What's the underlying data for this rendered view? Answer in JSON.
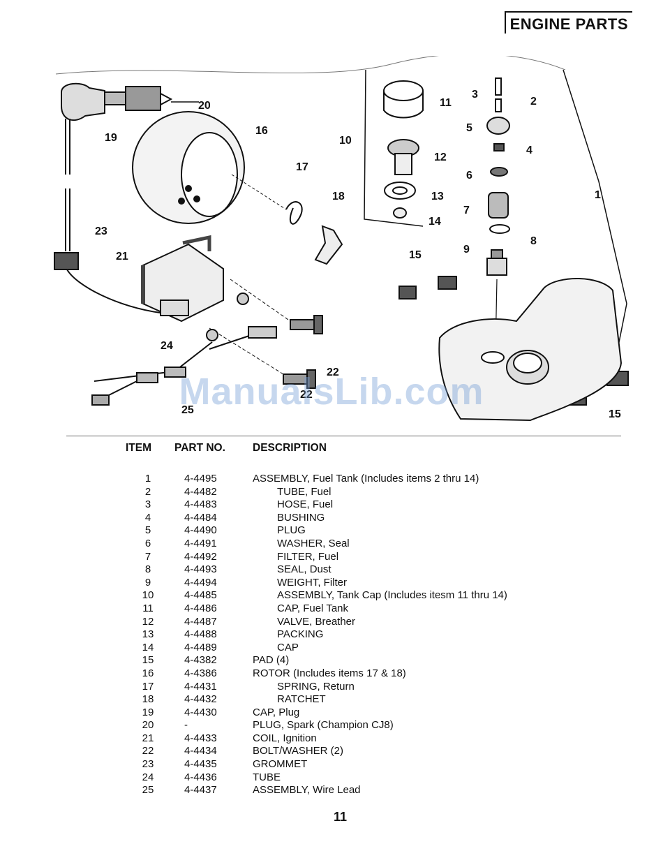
{
  "header": {
    "title": "ENGINE PARTS"
  },
  "diagram": {
    "callouts": [
      "1",
      "2",
      "3",
      "4",
      "5",
      "6",
      "7",
      "8",
      "9",
      "10",
      "11",
      "12",
      "13",
      "14",
      "15",
      "15",
      "16",
      "17",
      "18",
      "19",
      "20",
      "21",
      "22",
      "22",
      "23",
      "24",
      "25"
    ],
    "watermark": "ManualsLib.com"
  },
  "table": {
    "headers": {
      "item": "ITEM",
      "part": "PART NO.",
      "desc": "DESCRIPTION"
    },
    "rows": [
      {
        "item": "1",
        "part": "4-4495",
        "desc": "ASSEMBLY, Fuel Tank (Includes items 2 thru 14)",
        "indent": false
      },
      {
        "item": "2",
        "part": "4-4482",
        "desc": "TUBE, Fuel",
        "indent": true
      },
      {
        "item": "3",
        "part": "4-4483",
        "desc": "HOSE, Fuel",
        "indent": true
      },
      {
        "item": "4",
        "part": "4-4484",
        "desc": "BUSHING",
        "indent": true
      },
      {
        "item": "5",
        "part": "4-4490",
        "desc": "PLUG",
        "indent": true
      },
      {
        "item": "6",
        "part": "4-4491",
        "desc": "WASHER, Seal",
        "indent": true
      },
      {
        "item": "7",
        "part": "4-4492",
        "desc": "FILTER, Fuel",
        "indent": true
      },
      {
        "item": "8",
        "part": "4-4493",
        "desc": "SEAL, Dust",
        "indent": true
      },
      {
        "item": "9",
        "part": "4-4494",
        "desc": "WEIGHT, Filter",
        "indent": true
      },
      {
        "item": "10",
        "part": "4-4485",
        "desc": "ASSEMBLY, Tank Cap (Includes itesm 11 thru 14)",
        "indent": true
      },
      {
        "item": "11",
        "part": "4-4486",
        "desc": "CAP, Fuel Tank",
        "indent": true
      },
      {
        "item": "12",
        "part": "4-4487",
        "desc": "VALVE, Breather",
        "indent": true
      },
      {
        "item": "13",
        "part": "4-4488",
        "desc": "PACKING",
        "indent": true
      },
      {
        "item": "14",
        "part": "4-4489",
        "desc": "CAP",
        "indent": true
      },
      {
        "item": "15",
        "part": "4-4382",
        "desc": "PAD (4)",
        "indent": false
      },
      {
        "item": "16",
        "part": "4-4386",
        "desc": "ROTOR (Includes items 17 & 18)",
        "indent": false
      },
      {
        "item": "17",
        "part": "4-4431",
        "desc": "SPRING, Return",
        "indent": true
      },
      {
        "item": "18",
        "part": "4-4432",
        "desc": "RATCHET",
        "indent": true
      },
      {
        "item": "19",
        "part": "4-4430",
        "desc": "CAP, Plug",
        "indent": false
      },
      {
        "item": "20",
        "part": "-",
        "desc": "PLUG, Spark (Champion CJ8)",
        "indent": false
      },
      {
        "item": "21",
        "part": "4-4433",
        "desc": "COIL, Ignition",
        "indent": false
      },
      {
        "item": "22",
        "part": "4-4434",
        "desc": "BOLT/WASHER (2)",
        "indent": false
      },
      {
        "item": "23",
        "part": "4-4435",
        "desc": "GROMMET",
        "indent": false
      },
      {
        "item": "24",
        "part": "4-4436",
        "desc": "TUBE",
        "indent": false
      },
      {
        "item": "25",
        "part": "4-4437",
        "desc": "ASSEMBLY, Wire Lead",
        "indent": false
      }
    ]
  },
  "footer": {
    "page_number": "11"
  }
}
